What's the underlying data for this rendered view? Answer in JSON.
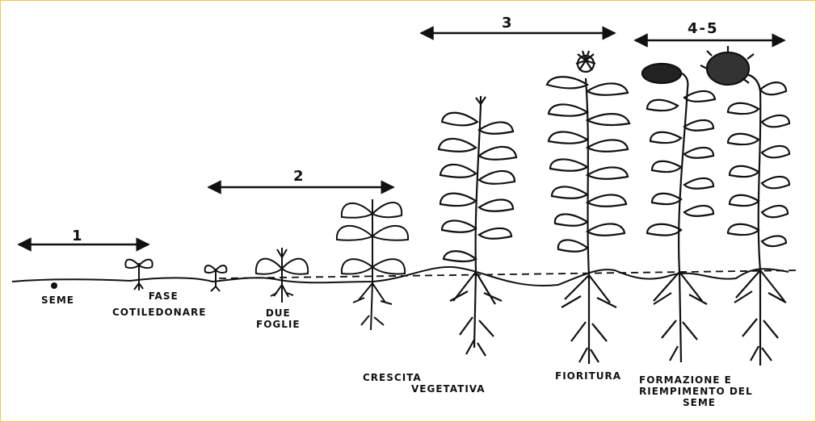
{
  "colors": {
    "ink": "#111111",
    "border": "#f2c94c",
    "background": "#ffffff"
  },
  "phases": [
    {
      "number": "1"
    },
    {
      "number": "2"
    },
    {
      "number": "3"
    },
    {
      "number": "4-5"
    }
  ],
  "stages": [
    {
      "label_lines": [
        "SEME"
      ]
    },
    {
      "label_lines": [
        "FASE",
        "COTILEDONARE"
      ]
    },
    {
      "label_lines": [
        "DUE",
        "FOGLIE"
      ]
    },
    {
      "label_lines": [
        "CRESCITA",
        "VEGETATIVA"
      ]
    },
    {
      "label_lines": [
        "FIORITURA"
      ]
    },
    {
      "label_lines": [
        "FORMAZIONE E",
        "RIEMPIMENTO DEL",
        "SEME"
      ]
    }
  ]
}
